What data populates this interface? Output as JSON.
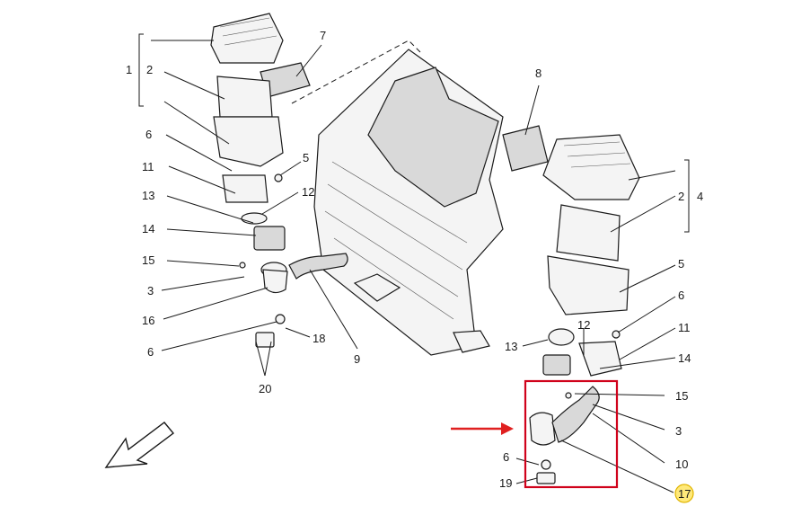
{
  "accent": {
    "highlight_box": "#d0021b",
    "arrow": "#e02020",
    "badge_fill": "#ffe97a",
    "badge_stroke": "#e0b400"
  },
  "callouts": {
    "c1": "1",
    "c2_left": "2",
    "c7": "7",
    "c6_left_a": "6",
    "c5_left": "5",
    "c11_left": "11",
    "c12_left": "12",
    "c13_left": "13",
    "c14_left": "14",
    "c15_left": "15",
    "c3_left": "3",
    "c16": "16",
    "c6_left_b": "6",
    "c18": "18",
    "c20": "20",
    "c9": "9",
    "c8": "8",
    "c2_right": "2",
    "c4": "4",
    "c5_right": "5",
    "c6_right_a": "6",
    "c11_right": "11",
    "c12_right": "12",
    "c13_right": "13",
    "c14_right": "14",
    "c15_right": "15",
    "c3_right": "3",
    "c10": "10",
    "c6_right_b": "6",
    "c19": "19",
    "c17": "17"
  }
}
